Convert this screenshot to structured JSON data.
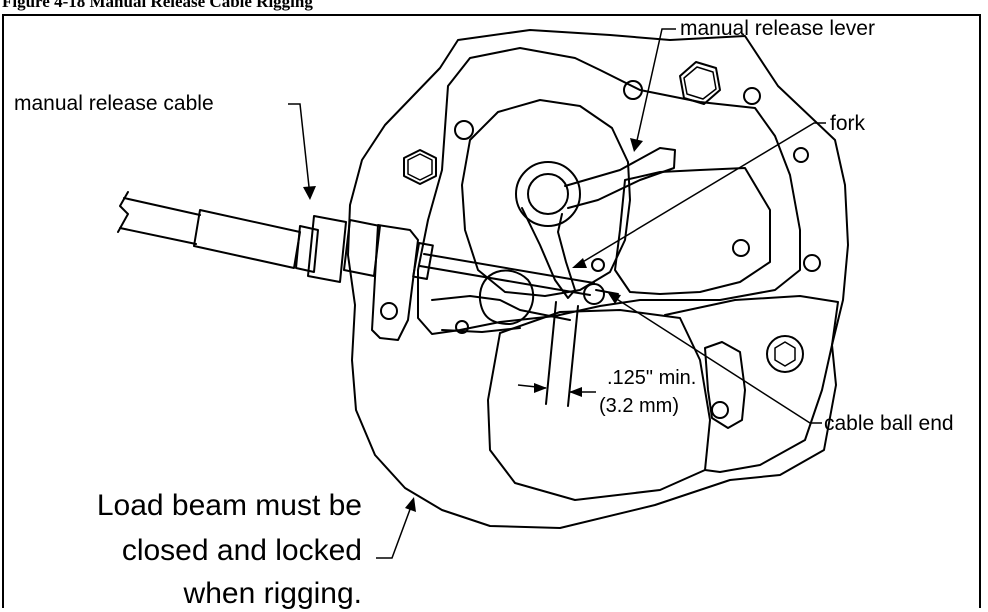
{
  "figure": {
    "caption": "Figure 4-18 Manual Release Cable Rigging"
  },
  "labels": {
    "manual_release_cable": "manual release cable",
    "manual_release_lever": "manual release lever",
    "fork": "fork",
    "clearance_inch": ".125\" min.",
    "clearance_mm": "(3.2 mm)",
    "cable_ball_end": "cable ball end",
    "note_line1": "Load beam must be",
    "note_line2": "closed and locked",
    "note_line3": "when rigging."
  }
}
